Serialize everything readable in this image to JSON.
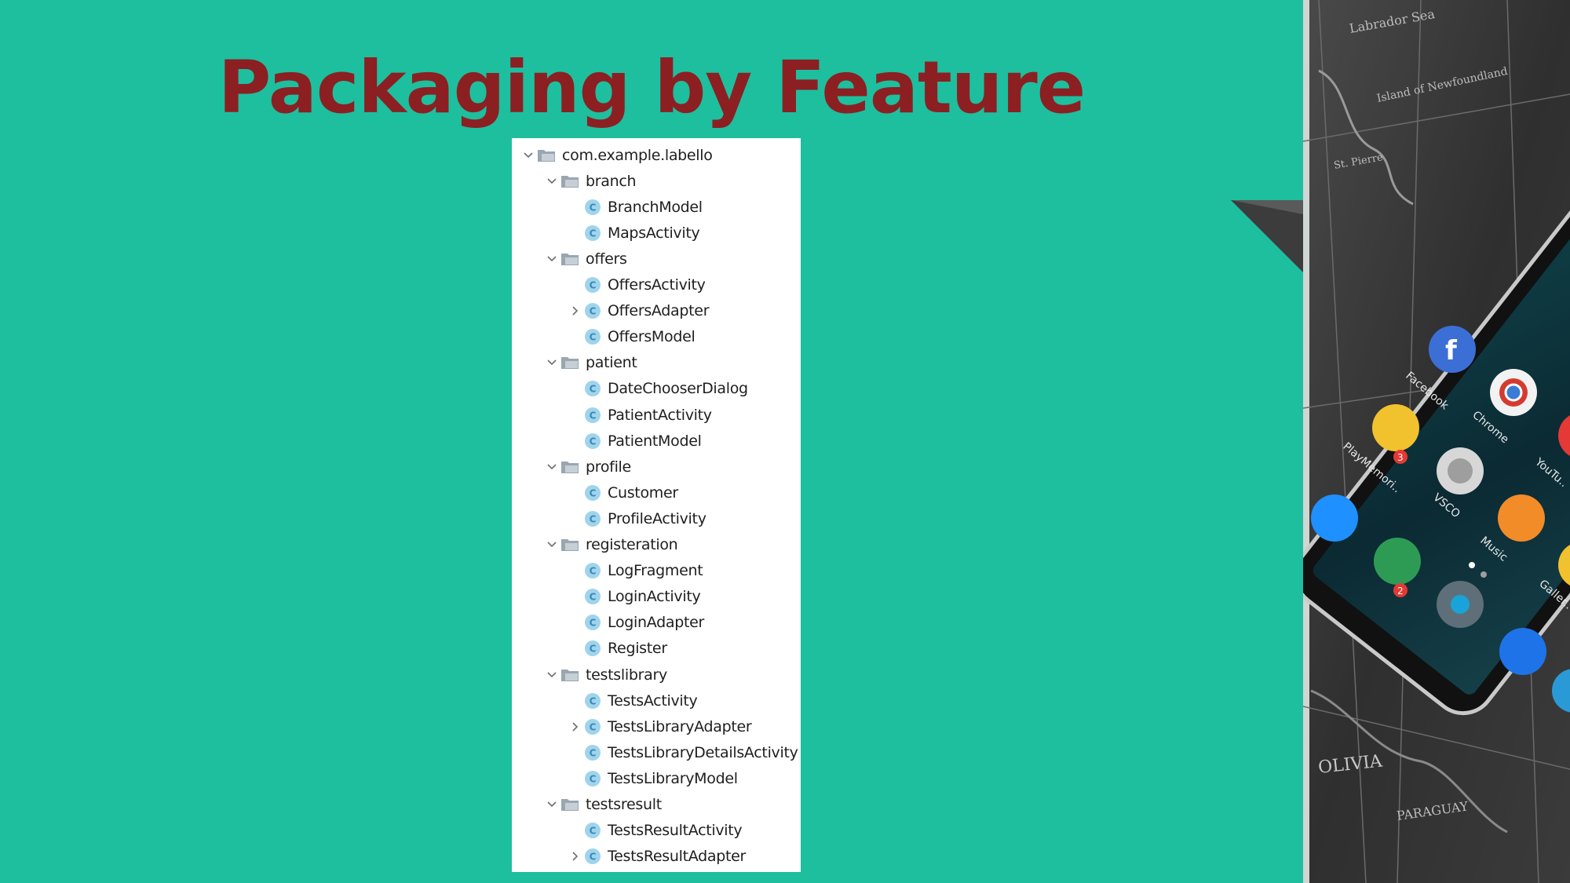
{
  "slide": {
    "title": "Packaging by Feature"
  },
  "tree": {
    "rows": [
      {
        "label": "com.example.labello",
        "kind": "folder",
        "depth": 0,
        "expander": "expanded"
      },
      {
        "label": "branch",
        "kind": "folder",
        "depth": 1,
        "expander": "expanded"
      },
      {
        "label": "BranchModel",
        "kind": "class",
        "depth": 2,
        "expander": "none"
      },
      {
        "label": "MapsActivity",
        "kind": "class",
        "depth": 2,
        "expander": "none"
      },
      {
        "label": "offers",
        "kind": "folder",
        "depth": 1,
        "expander": "expanded"
      },
      {
        "label": "OffersActivity",
        "kind": "class",
        "depth": 2,
        "expander": "none"
      },
      {
        "label": "OffersAdapter",
        "kind": "class",
        "depth": 2,
        "expander": "collapsed"
      },
      {
        "label": "OffersModel",
        "kind": "class",
        "depth": 2,
        "expander": "none"
      },
      {
        "label": "patient",
        "kind": "folder",
        "depth": 1,
        "expander": "expanded"
      },
      {
        "label": "DateChooserDialog",
        "kind": "class",
        "depth": 2,
        "expander": "none"
      },
      {
        "label": "PatientActivity",
        "kind": "class",
        "depth": 2,
        "expander": "none"
      },
      {
        "label": "PatientModel",
        "kind": "class",
        "depth": 2,
        "expander": "none"
      },
      {
        "label": "profile",
        "kind": "folder",
        "depth": 1,
        "expander": "expanded"
      },
      {
        "label": "Customer",
        "kind": "class",
        "depth": 2,
        "expander": "none"
      },
      {
        "label": "ProfileActivity",
        "kind": "class",
        "depth": 2,
        "expander": "none"
      },
      {
        "label": "registeration",
        "kind": "folder",
        "depth": 1,
        "expander": "expanded"
      },
      {
        "label": "LogFragment",
        "kind": "class",
        "depth": 2,
        "expander": "none"
      },
      {
        "label": "LoginActivity",
        "kind": "class",
        "depth": 2,
        "expander": "none"
      },
      {
        "label": "LoginAdapter",
        "kind": "class",
        "depth": 2,
        "expander": "none"
      },
      {
        "label": "Register",
        "kind": "class",
        "depth": 2,
        "expander": "none"
      },
      {
        "label": "testslibrary",
        "kind": "folder",
        "depth": 1,
        "expander": "expanded"
      },
      {
        "label": "TestsActivity",
        "kind": "class",
        "depth": 2,
        "expander": "none"
      },
      {
        "label": "TestsLibraryAdapter",
        "kind": "class",
        "depth": 2,
        "expander": "collapsed"
      },
      {
        "label": "TestsLibraryDetailsActivity",
        "kind": "class",
        "depth": 2,
        "expander": "none"
      },
      {
        "label": "TestsLibraryModel",
        "kind": "class",
        "depth": 2,
        "expander": "none"
      },
      {
        "label": "testsresult",
        "kind": "folder",
        "depth": 1,
        "expander": "expanded"
      },
      {
        "label": "TestsResultActivity",
        "kind": "class",
        "depth": 2,
        "expander": "none"
      },
      {
        "label": "TestsResultAdapter",
        "kind": "class",
        "depth": 2,
        "expander": "collapsed"
      }
    ],
    "class_icon_letter": "C"
  },
  "photo": {
    "map_labels": [
      "Labrador Sea",
      "Island of Newfoundland",
      "St. Pierre",
      "OLIVIA",
      "PARAGUAY"
    ],
    "app_labels": [
      "Facebook",
      "Chrome",
      "PlayMemori..",
      "VSCO",
      "YouTu..",
      "Music",
      "Galler.."
    ],
    "badges": [
      "3",
      "2"
    ]
  },
  "colors": {
    "background": "#1dbf9f",
    "title": "#8c1f22",
    "class_icon_fill": "#9fd4ec",
    "class_icon_text": "#3a89b8",
    "folder": "#9aa6b2"
  }
}
